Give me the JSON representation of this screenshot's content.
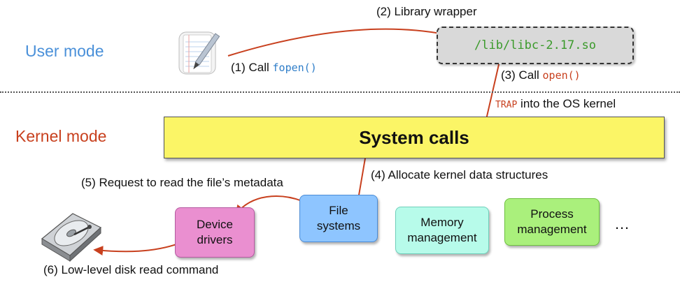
{
  "modes": {
    "user": "User mode",
    "kernel": "Kernel mode"
  },
  "library": {
    "path": "/lib/libc-2.17.so"
  },
  "system_calls": {
    "label": "System calls"
  },
  "modules": {
    "file_systems": "File\nsystems",
    "device_drivers": "Device\ndrivers",
    "memory_management": "Memory\nmanagement",
    "process_management": "Process\nmanagement",
    "more": "…"
  },
  "steps": {
    "s1_text": "(1) Call",
    "s1_code": "fopen()",
    "s2_text": "(2) Library wrapper",
    "s3_text": "(3) Call",
    "s3_code": "open()",
    "trap_code": "TRAP",
    "trap_text": "into the OS kernel",
    "s4_text": "(4) Allocate kernel data structures",
    "s5_text": "(5) Request to read the file’s metadata",
    "s6_text": "(6) Low-level disk read command"
  },
  "colors": {
    "user_mode": "#4a90d9",
    "kernel_mode": "#c8401e",
    "arrow": "#c8401e",
    "library_text": "#3a9a2a",
    "system_calls_fill": "#fbf566",
    "file_systems_fill": "#8ec5ff",
    "device_drivers_fill": "#ea8fd0",
    "memory_fill": "#b7fbea",
    "process_fill": "#aaf07c"
  },
  "icons": {
    "app": "textedit-app-icon",
    "disk": "hard-disk-icon"
  }
}
